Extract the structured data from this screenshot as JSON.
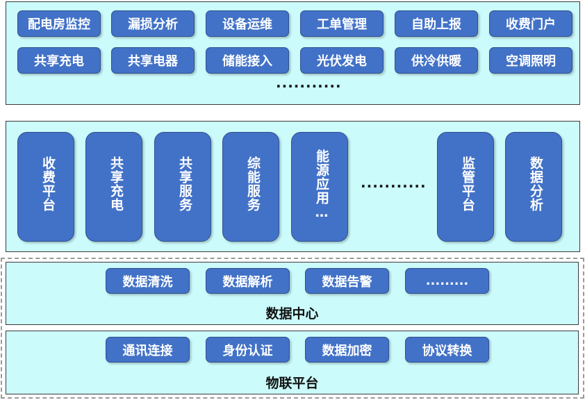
{
  "top_apps": {
    "row1": [
      "配电房监控",
      "漏损分析",
      "设备运维",
      "工单管理",
      "自助上报",
      "收费门户"
    ],
    "row2": [
      "共享充电",
      "共享电器",
      "储能接入",
      "光伏发电",
      "供冷供暖",
      "空调照明"
    ],
    "more": "..........."
  },
  "platforms": {
    "items": [
      "收费平台",
      "共享充电",
      "共享服务",
      "综能服务",
      "能源应用…",
      "监管平台",
      "数据分析"
    ],
    "more": "..........."
  },
  "data_center": {
    "items": [
      "数据清洗",
      "数据解析",
      "数据告警",
      "........."
    ],
    "label": "数据中心"
  },
  "iot_platform": {
    "items": [
      "通讯连接",
      "身份认证",
      "数据加密",
      "协议转换"
    ],
    "label": "物联平台"
  }
}
